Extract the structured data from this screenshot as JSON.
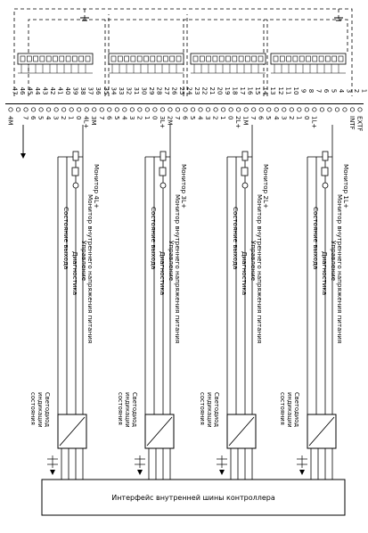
{
  "header": {
    "intf": "INTF",
    "extf": "EXTF"
  },
  "terminal_numbers": [
    "47",
    "46",
    "45",
    "44",
    "43",
    "42",
    "41",
    "40",
    "39",
    "38",
    "37",
    "36",
    "35",
    "34",
    "33",
    "32",
    "31",
    "30",
    "29",
    "28",
    "27",
    "26",
    "25",
    "24",
    "23",
    "22",
    "21",
    "20",
    "19",
    "18",
    "17",
    "16",
    "15",
    "14",
    "13",
    "12",
    "11",
    "10",
    "9",
    "8",
    "7",
    "6",
    "5",
    "4",
    "3",
    "2",
    "1"
  ],
  "terminal_labels": [
    "4M",
    "",
    "7",
    "6",
    "5",
    "4",
    "3",
    "2",
    "1",
    "0",
    "4L+",
    "3M",
    "7",
    "6",
    "5",
    "4",
    "3",
    "2",
    "1",
    "0",
    "3L+",
    "2M",
    "7",
    "6",
    "5",
    "4",
    "3",
    "2",
    "1",
    "0",
    "2L+",
    "1M",
    "7",
    "6",
    "5",
    "4",
    "3",
    "2",
    "1",
    "0",
    "1L+",
    "",
    "",
    "",
    "",
    "INTF",
    "EXTF"
  ],
  "groups": [
    {
      "supply": "Монитор 4L+",
      "internal": "Монитор внутреннего напряжения питания",
      "control": "Управление",
      "diag": "Диагностика",
      "state": "Состояние выхода",
      "led": [
        "Светодиод",
        "индикации",
        "состояния"
      ]
    },
    {
      "supply": "Монитор 3L+",
      "internal": "Монитор внутреннего напряжения питания",
      "control": "Управление",
      "diag": "Диагностика",
      "state": "Состояние выхода",
      "led": [
        "Светодиод",
        "индикации",
        "состояния"
      ]
    },
    {
      "supply": "Монитор 2L+",
      "internal": "Монитор внутреннего напряжения питания",
      "control": "Управление",
      "diag": "Диагностика",
      "state": "Состояние выхода",
      "led": [
        "Светодиод",
        "индикации",
        "состояния"
      ]
    },
    {
      "supply": "Монитор 1L+",
      "internal": "Монитор внутреннего напряжения питания",
      "control": "Управление",
      "diag": "Диагностика",
      "state": "Состояние выхода",
      "led": [
        "Светодиод",
        "индикации",
        "состояния"
      ]
    }
  ],
  "bus_label": "Интерфейс внутренней шины контроллера"
}
